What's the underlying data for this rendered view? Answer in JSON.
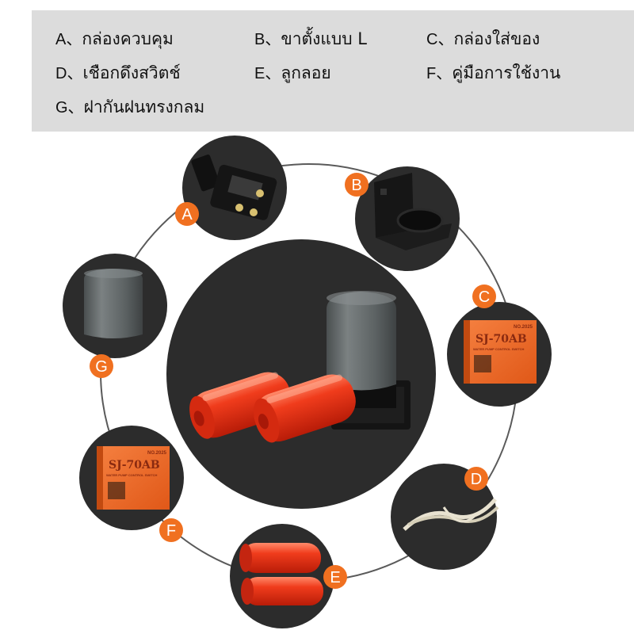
{
  "legend": {
    "items": [
      {
        "code": "A、",
        "text": "กล่องควบคุม"
      },
      {
        "code": "B、",
        "text": "ขาตั้งแบบ L"
      },
      {
        "code": "C、",
        "text": "กล่องใส่ของ"
      },
      {
        "code": "D、",
        "text": "เชือกดึงสวิตช์"
      },
      {
        "code": "E、",
        "text": "ลูกลอย"
      },
      {
        "code": "F、",
        "text": "คู่มือการใช้งาน"
      },
      {
        "code": "G、",
        "text": "ฝากันฝนทรงกลม"
      }
    ]
  },
  "badges": {
    "a": "A",
    "b": "B",
    "c": "C",
    "d": "D",
    "e": "E",
    "f": "F",
    "g": "G"
  },
  "product_box": {
    "model": "SJ-70AB",
    "number": "NO.2025",
    "subtitle": "WATER PUMP CONTROL SWITCH"
  },
  "colors": {
    "badge": "#f07020",
    "circle": "#2c2c2c",
    "ring": "#5a5a5a",
    "float": "#e83418",
    "box": "#f06a2a",
    "cap": "#5e6363"
  }
}
